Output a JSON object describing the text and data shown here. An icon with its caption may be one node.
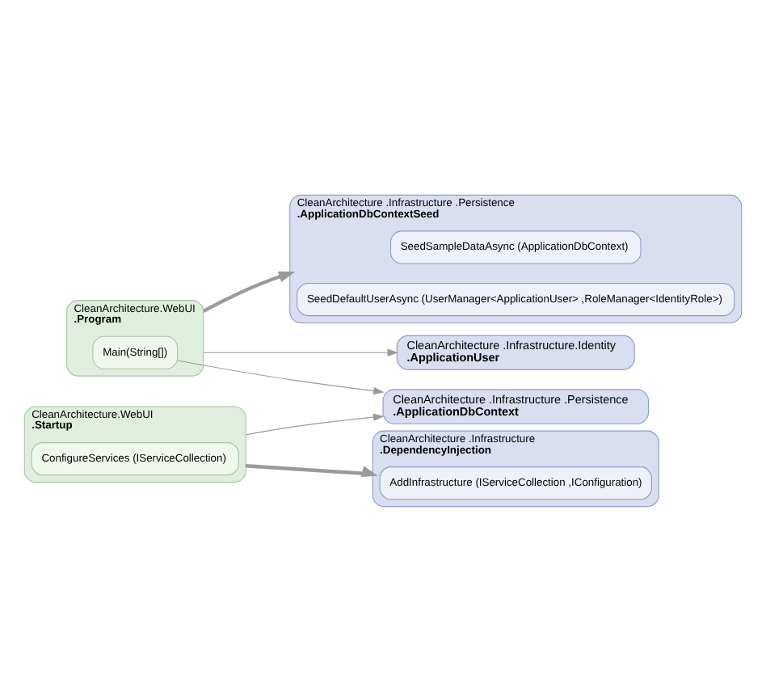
{
  "diagram": {
    "nodes": [
      {
        "text": [
          "CleanArchitecture .Infrastructure .Persistence",
          ".ApplicationDbContextSeed"
        ]
      },
      {
        "text": [
          "SeedSampleDataAsync (ApplicationDbContext)"
        ],
        "in": 0
      },
      {
        "text": [
          "SeedDefaultUserAsync (UserManager<ApplicationUser> ,RoleManager<IdentityRole>)"
        ],
        "in": 0
      },
      {
        "text": [
          "CleanArchitecture.WebUI",
          ".Program"
        ]
      },
      {
        "text": [
          "Main(String[])"
        ],
        "in": 3
      },
      {
        "text": [
          "CleanArchitecture .Infrastructure.Identity",
          ".ApplicationUser"
        ]
      },
      {
        "text": [
          "CleanArchitecture.WebUI",
          ".Startup"
        ]
      },
      {
        "text": [
          "ConfigureServices (IServiceCollection)"
        ],
        "in": 6
      },
      {
        "text": [
          "CleanArchitecture .Infrastructure .Persistence",
          ".ApplicationDbContext"
        ]
      },
      {
        "text": [
          "CleanArchitecture .Infrastructure",
          ".DependencyInjection"
        ]
      },
      {
        "text": [
          "AddInfrastructure (IServiceCollection ,IConfiguration)"
        ],
        "in": 9
      }
    ],
    "edges": [
      {
        "from": 3,
        "to": 0,
        "arrow": "to",
        "style": "thick"
      },
      {
        "from": 3,
        "to": 5,
        "arrow": "to"
      },
      {
        "from": 4,
        "to": 8,
        "arrow": "to"
      },
      {
        "from": 6,
        "to": 8,
        "arrow": "to"
      },
      {
        "from": 6,
        "to": 9,
        "arrow": "to",
        "style": "thick"
      }
    ]
  }
}
